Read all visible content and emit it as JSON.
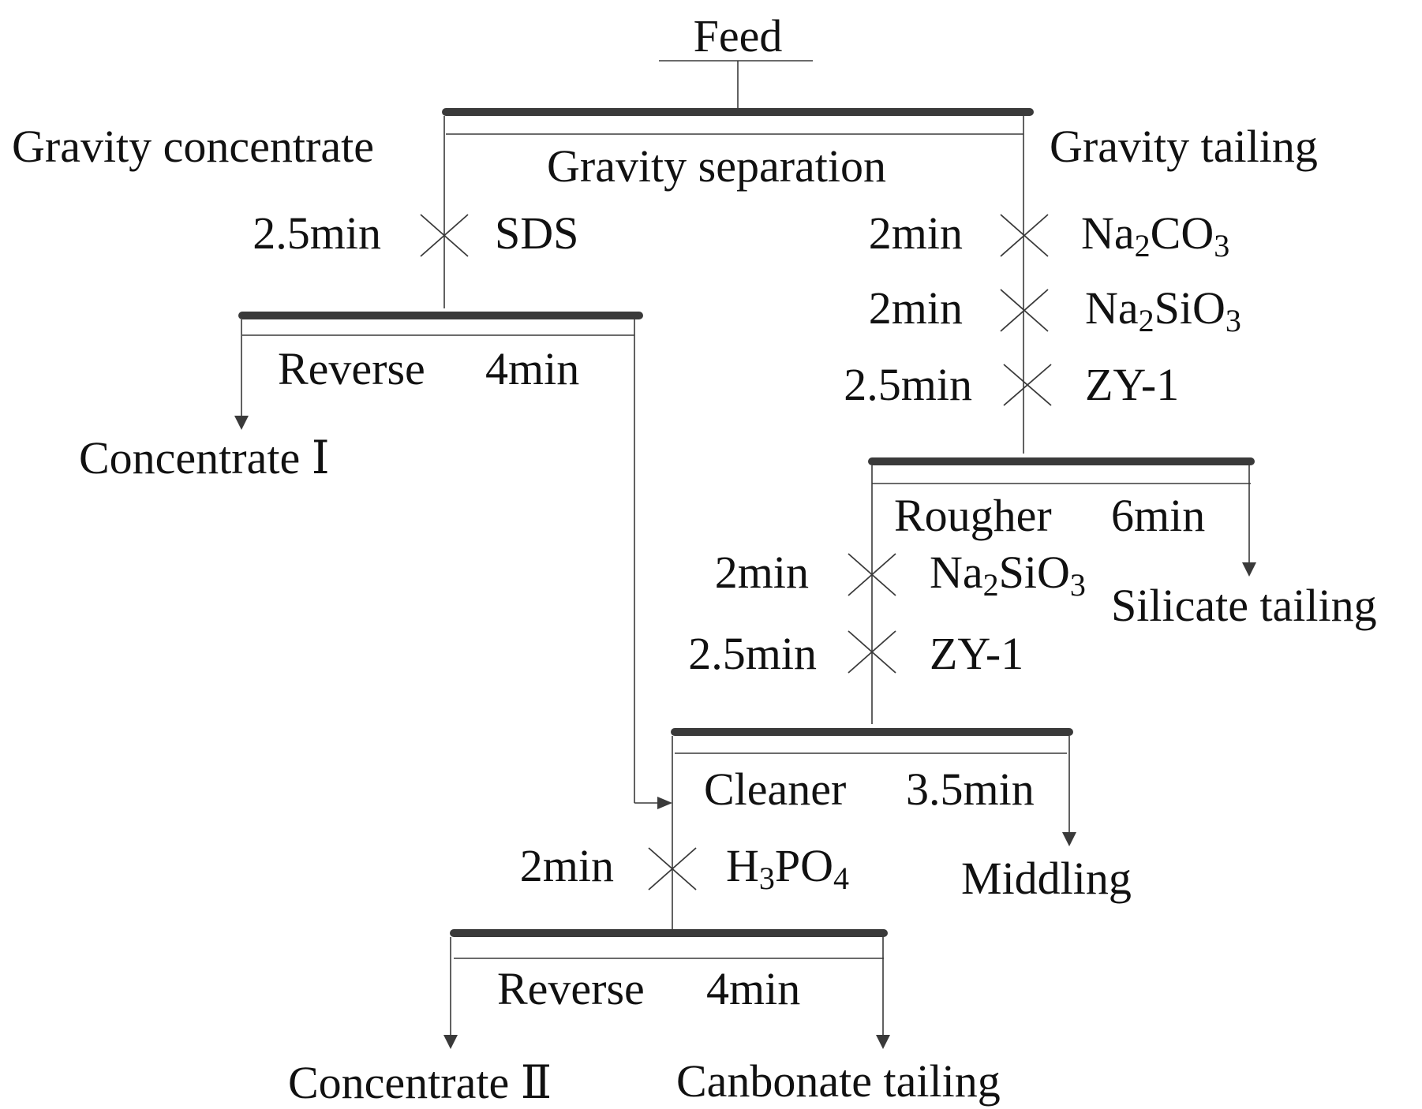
{
  "feed": "Feed",
  "gravity": {
    "concentrate": "Gravity concentrate",
    "separation": "Gravity separation",
    "tailing": "Gravity tailing"
  },
  "left_branch": {
    "time": "2.5min",
    "reagent": "SDS",
    "stage": "Reverse",
    "stage_time": "4min",
    "product": "Concentrate Ⅰ"
  },
  "right_branch": {
    "reagents": [
      {
        "time": "2min",
        "name": "Na",
        "sub1": "2",
        "mid": "CO",
        "sub2": "3"
      },
      {
        "time": "2min",
        "name": "Na",
        "sub1": "2",
        "mid": "SiO",
        "sub2": "3"
      },
      {
        "time": "2.5min",
        "name": "ZY-1"
      }
    ],
    "stage": "Rougher",
    "stage_time": "6min",
    "tailing": "Silicate tailing"
  },
  "rougher_concentrate": {
    "reagents": [
      {
        "time": "2min",
        "name": "Na",
        "sub1": "2",
        "mid": "SiO",
        "sub2": "3"
      },
      {
        "time": "2.5min",
        "name": "ZY-1"
      }
    ]
  },
  "cleaner": {
    "stage": "Cleaner",
    "stage_time": "3.5min",
    "middling": "Middling",
    "reagent": {
      "time": "2min",
      "name": "H",
      "sub1": "3",
      "mid": "PO",
      "sub2": "4"
    }
  },
  "final_reverse": {
    "stage": "Reverse",
    "stage_time": "4min",
    "concentrate": "Concentrate Ⅱ",
    "tailing": "Canbonate tailing"
  }
}
